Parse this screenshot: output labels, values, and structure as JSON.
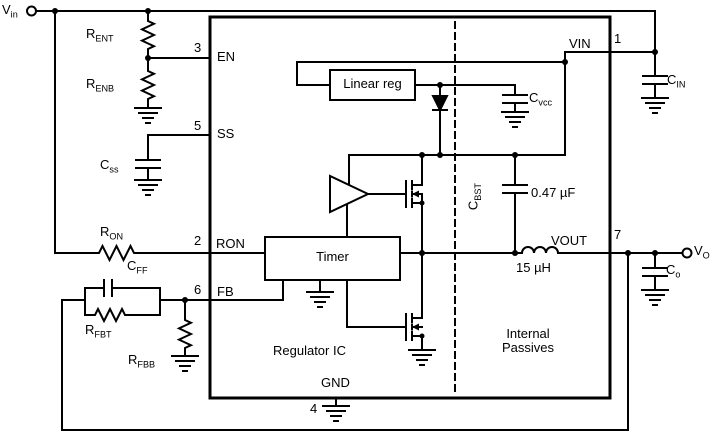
{
  "module": {
    "regulator_label": "Regulator IC",
    "passives_label": "Internal Passives",
    "blocks": {
      "linear_reg": "Linear reg",
      "timer": "Timer"
    },
    "pins": [
      {
        "num": "3",
        "name": "EN"
      },
      {
        "num": "5",
        "name": "SS"
      },
      {
        "num": "2",
        "name": "RON"
      },
      {
        "num": "6",
        "name": "FB"
      },
      {
        "num": "4",
        "name": "GND"
      },
      {
        "num": "1",
        "name": "VIN"
      },
      {
        "num": "7",
        "name": "VOUT"
      }
    ]
  },
  "components": {
    "rent": {
      "main": "R",
      "sub": "ENT"
    },
    "renb": {
      "main": "R",
      "sub": "ENB"
    },
    "css": {
      "main": "C",
      "sub": "ss"
    },
    "ron": {
      "main": "R",
      "sub": "ON"
    },
    "cff": {
      "main": "C",
      "sub": "FF"
    },
    "rfbt": {
      "main": "R",
      "sub": "FBT"
    },
    "rfbb": {
      "main": "R",
      "sub": "FBB"
    },
    "cvcc": {
      "main": "C",
      "sub": "vcc"
    },
    "cbst": {
      "main": "C",
      "sub": "BST"
    },
    "cbst_value": "0.47 µF",
    "inductor_value": "15 µH",
    "cin": {
      "main": "C",
      "sub": "IN"
    },
    "co": {
      "main": "C",
      "sub": "o"
    }
  },
  "terminals": {
    "vin": {
      "main": "V",
      "sub": "in"
    },
    "vo": {
      "main": "V",
      "sub": "O"
    }
  },
  "colors": {
    "line": "#000000",
    "background": "#ffffff"
  }
}
